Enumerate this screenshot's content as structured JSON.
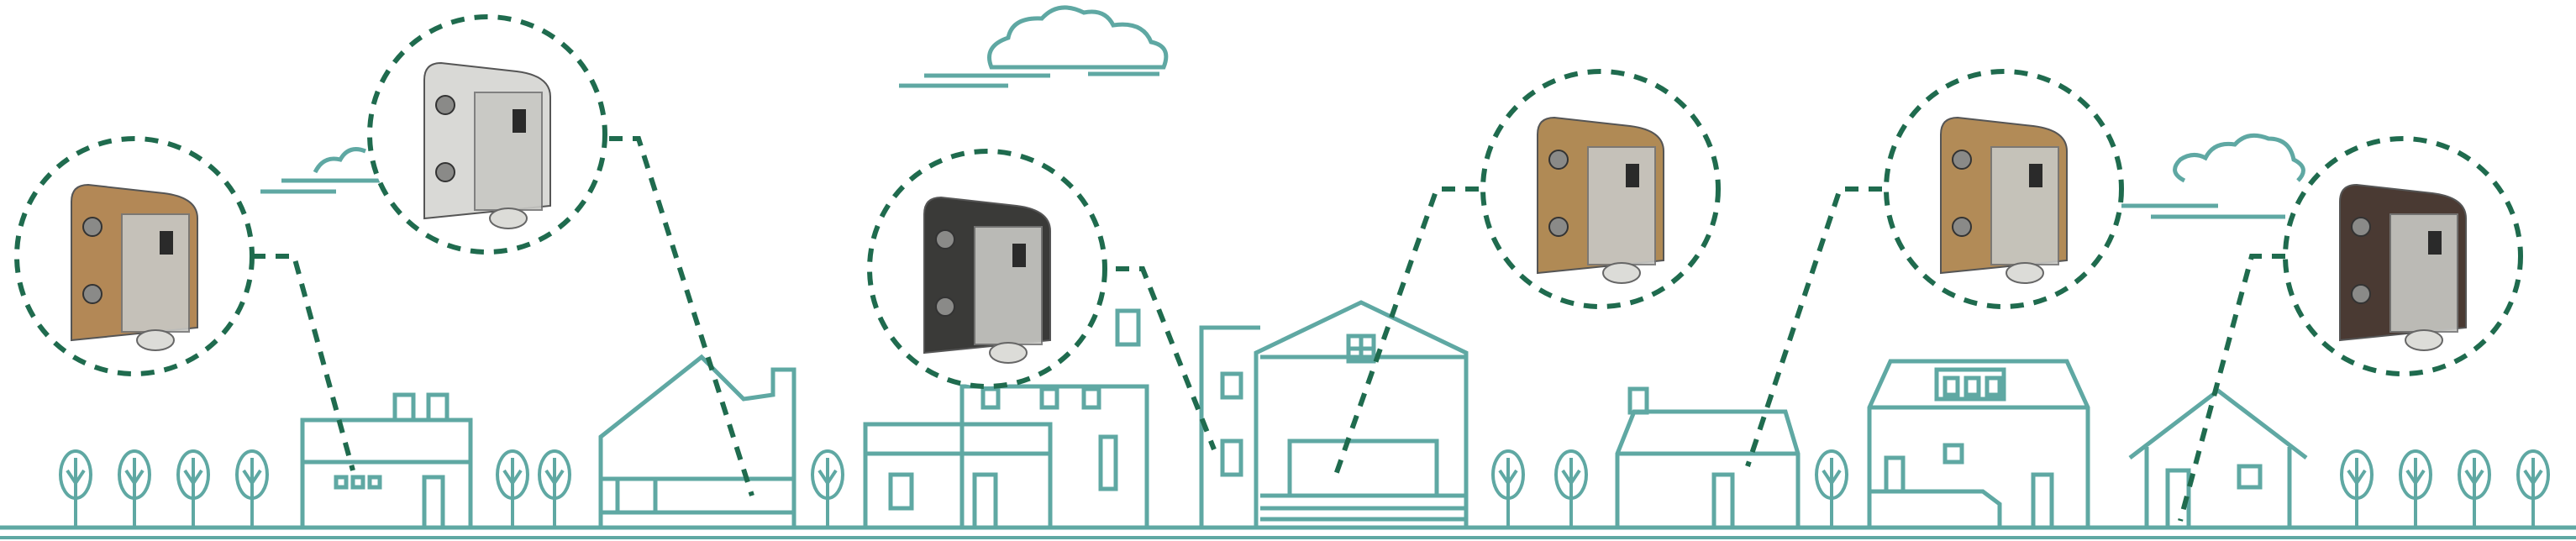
{
  "colors": {
    "line": "#5fa8a3",
    "dash": "#1f6b4e",
    "background": "#ffffff"
  },
  "hardware": [
    {
      "name": "tan-roller-hardware",
      "finish": "tan",
      "color": "#b38856"
    },
    {
      "name": "white-roller-hardware",
      "finish": "white",
      "color": "#d9d9d6"
    },
    {
      "name": "black-roller-hardware",
      "finish": "black",
      "color": "#3a3a38"
    },
    {
      "name": "bronze-roller-hardware-front",
      "finish": "tan",
      "color": "#b08a55"
    },
    {
      "name": "bronze-roller-hardware-side",
      "finish": "tan",
      "color": "#b28b57"
    },
    {
      "name": "brown-roller-hardware",
      "finish": "dark-brown",
      "color": "#4a3a33"
    }
  ]
}
